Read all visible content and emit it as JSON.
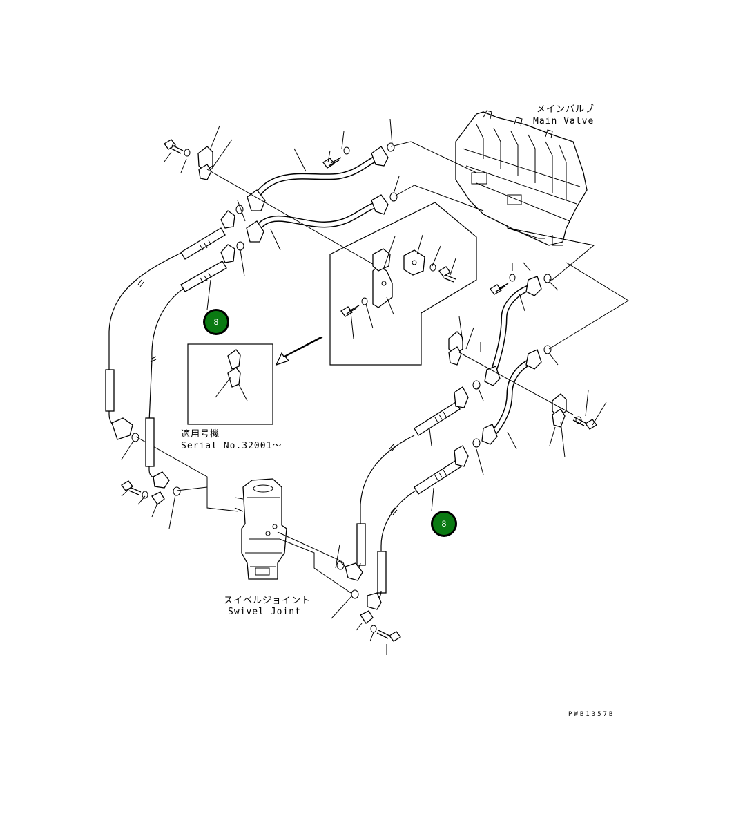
{
  "labels": {
    "main_valve_jp": "メインバルブ",
    "main_valve_en": "Main Valve",
    "serial_jp": "適用号機",
    "serial_en": "Serial No.32001～",
    "swivel_jp": "スイベルジョイント",
    "swivel_en": "Swivel Joint",
    "drawing_code": "PWB1357B"
  },
  "callouts": [
    {
      "number": "8",
      "color": "#0a7a12"
    },
    {
      "number": "8",
      "color": "#0a7a12"
    }
  ]
}
